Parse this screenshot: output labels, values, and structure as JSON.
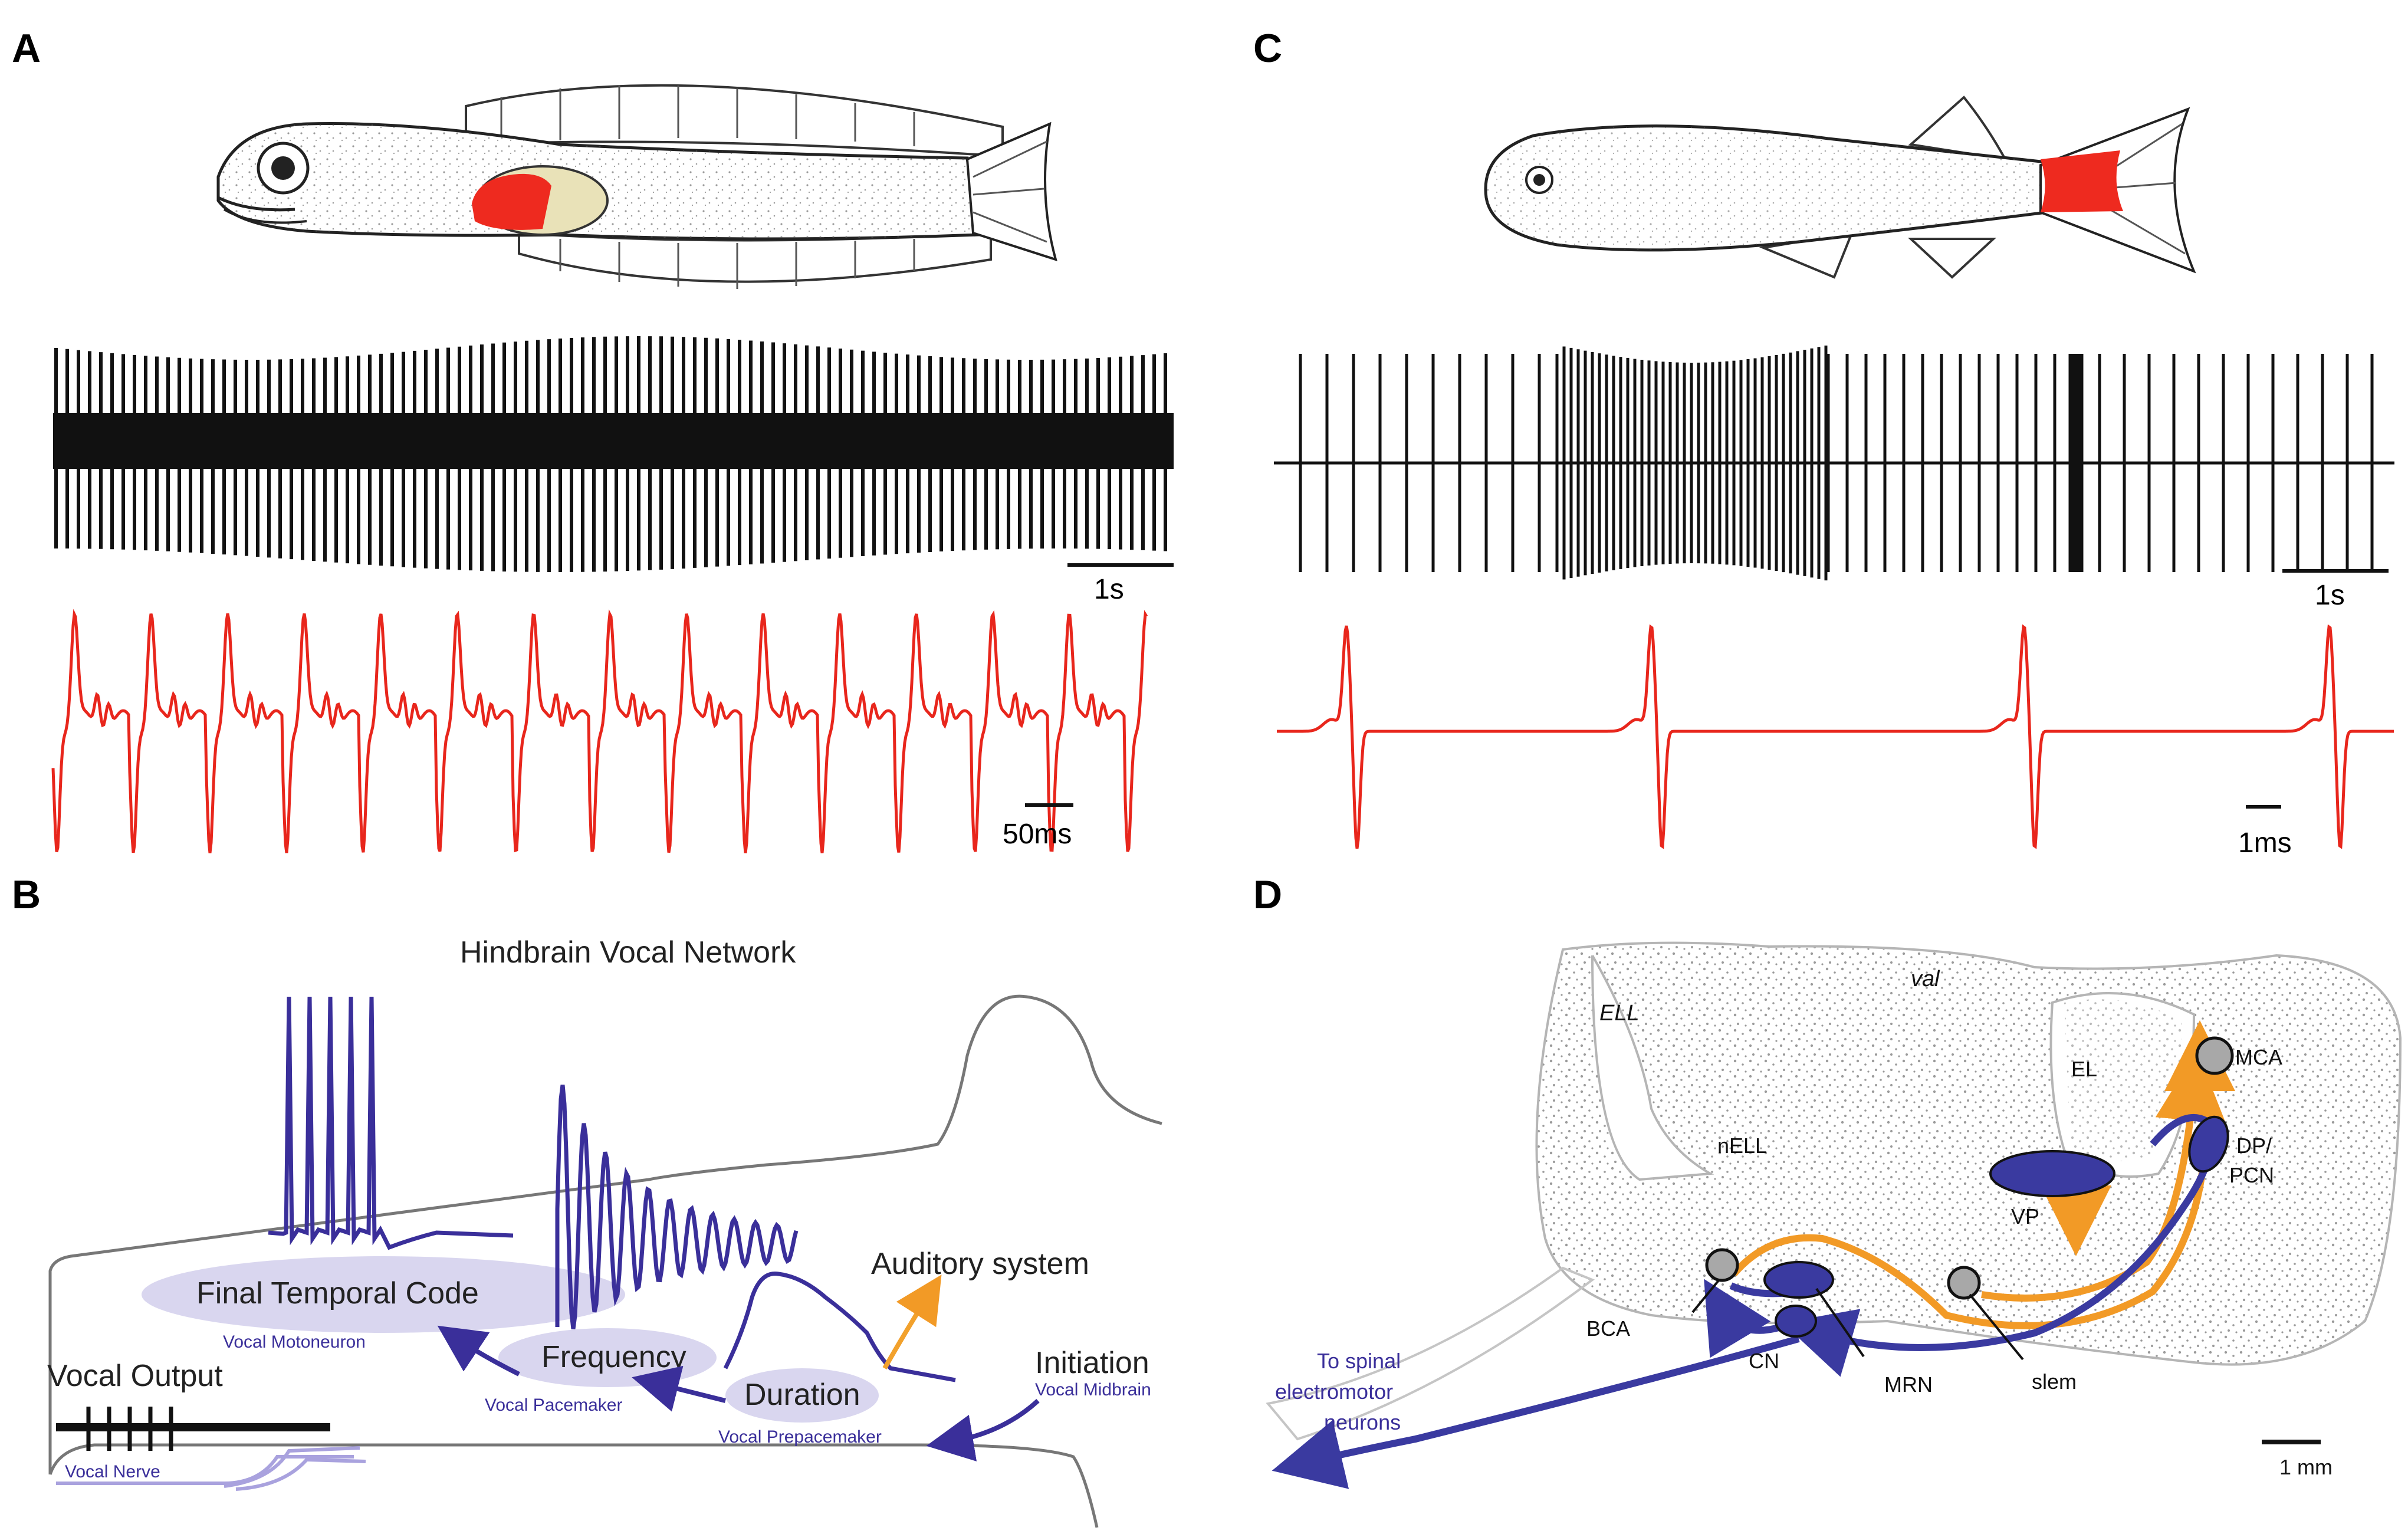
{
  "panel_labels": {
    "a": "A",
    "b": "B",
    "c": "C",
    "d": "D"
  },
  "panel_a": {
    "scale_top": "1s",
    "scale_bottom": "50ms",
    "colors": {
      "highlight": "#ee2a1f",
      "trace": "#111111",
      "waveform": "#e8261c"
    }
  },
  "panel_b": {
    "title": "Hindbrain Vocal Network",
    "final_code": "Final Temporal Code",
    "motoneuron": "Vocal Motoneuron",
    "frequency": "Frequency",
    "pacemaker": "Vocal Pacemaker",
    "duration": "Duration",
    "prepacemaker": "Vocal Prepacemaker",
    "auditory": "Auditory system",
    "initiation": "Initiation",
    "midbrain": "Vocal Midbrain",
    "output": "Vocal Output",
    "nerve": "Vocal Nerve",
    "colors": {
      "neuron": "#3a2f9a",
      "ellipse": "#d9d6ef",
      "auditory_arrow": "#f2a12c",
      "outline": "#777777"
    }
  },
  "panel_c": {
    "scale_top": "1s",
    "scale_bottom": "1ms"
  },
  "panel_d": {
    "ell": "ELL",
    "val": "val",
    "el": "EL",
    "nell": "nELL",
    "mca": "MCA",
    "dp_pcn_line1": "DP/",
    "dp_pcn_line2": "PCN",
    "vp": "VP",
    "bca": "BCA",
    "cn": "CN",
    "mrn": "MRN",
    "slem": "slem",
    "spinal_line1": "To spinal",
    "spinal_line2": "electromotor",
    "spinal_line3": "neurons",
    "scale": "1 mm",
    "colors": {
      "nucleus": "#3a3aa0",
      "pathway": "#f29a26",
      "cell": "#a8a8a8"
    }
  }
}
